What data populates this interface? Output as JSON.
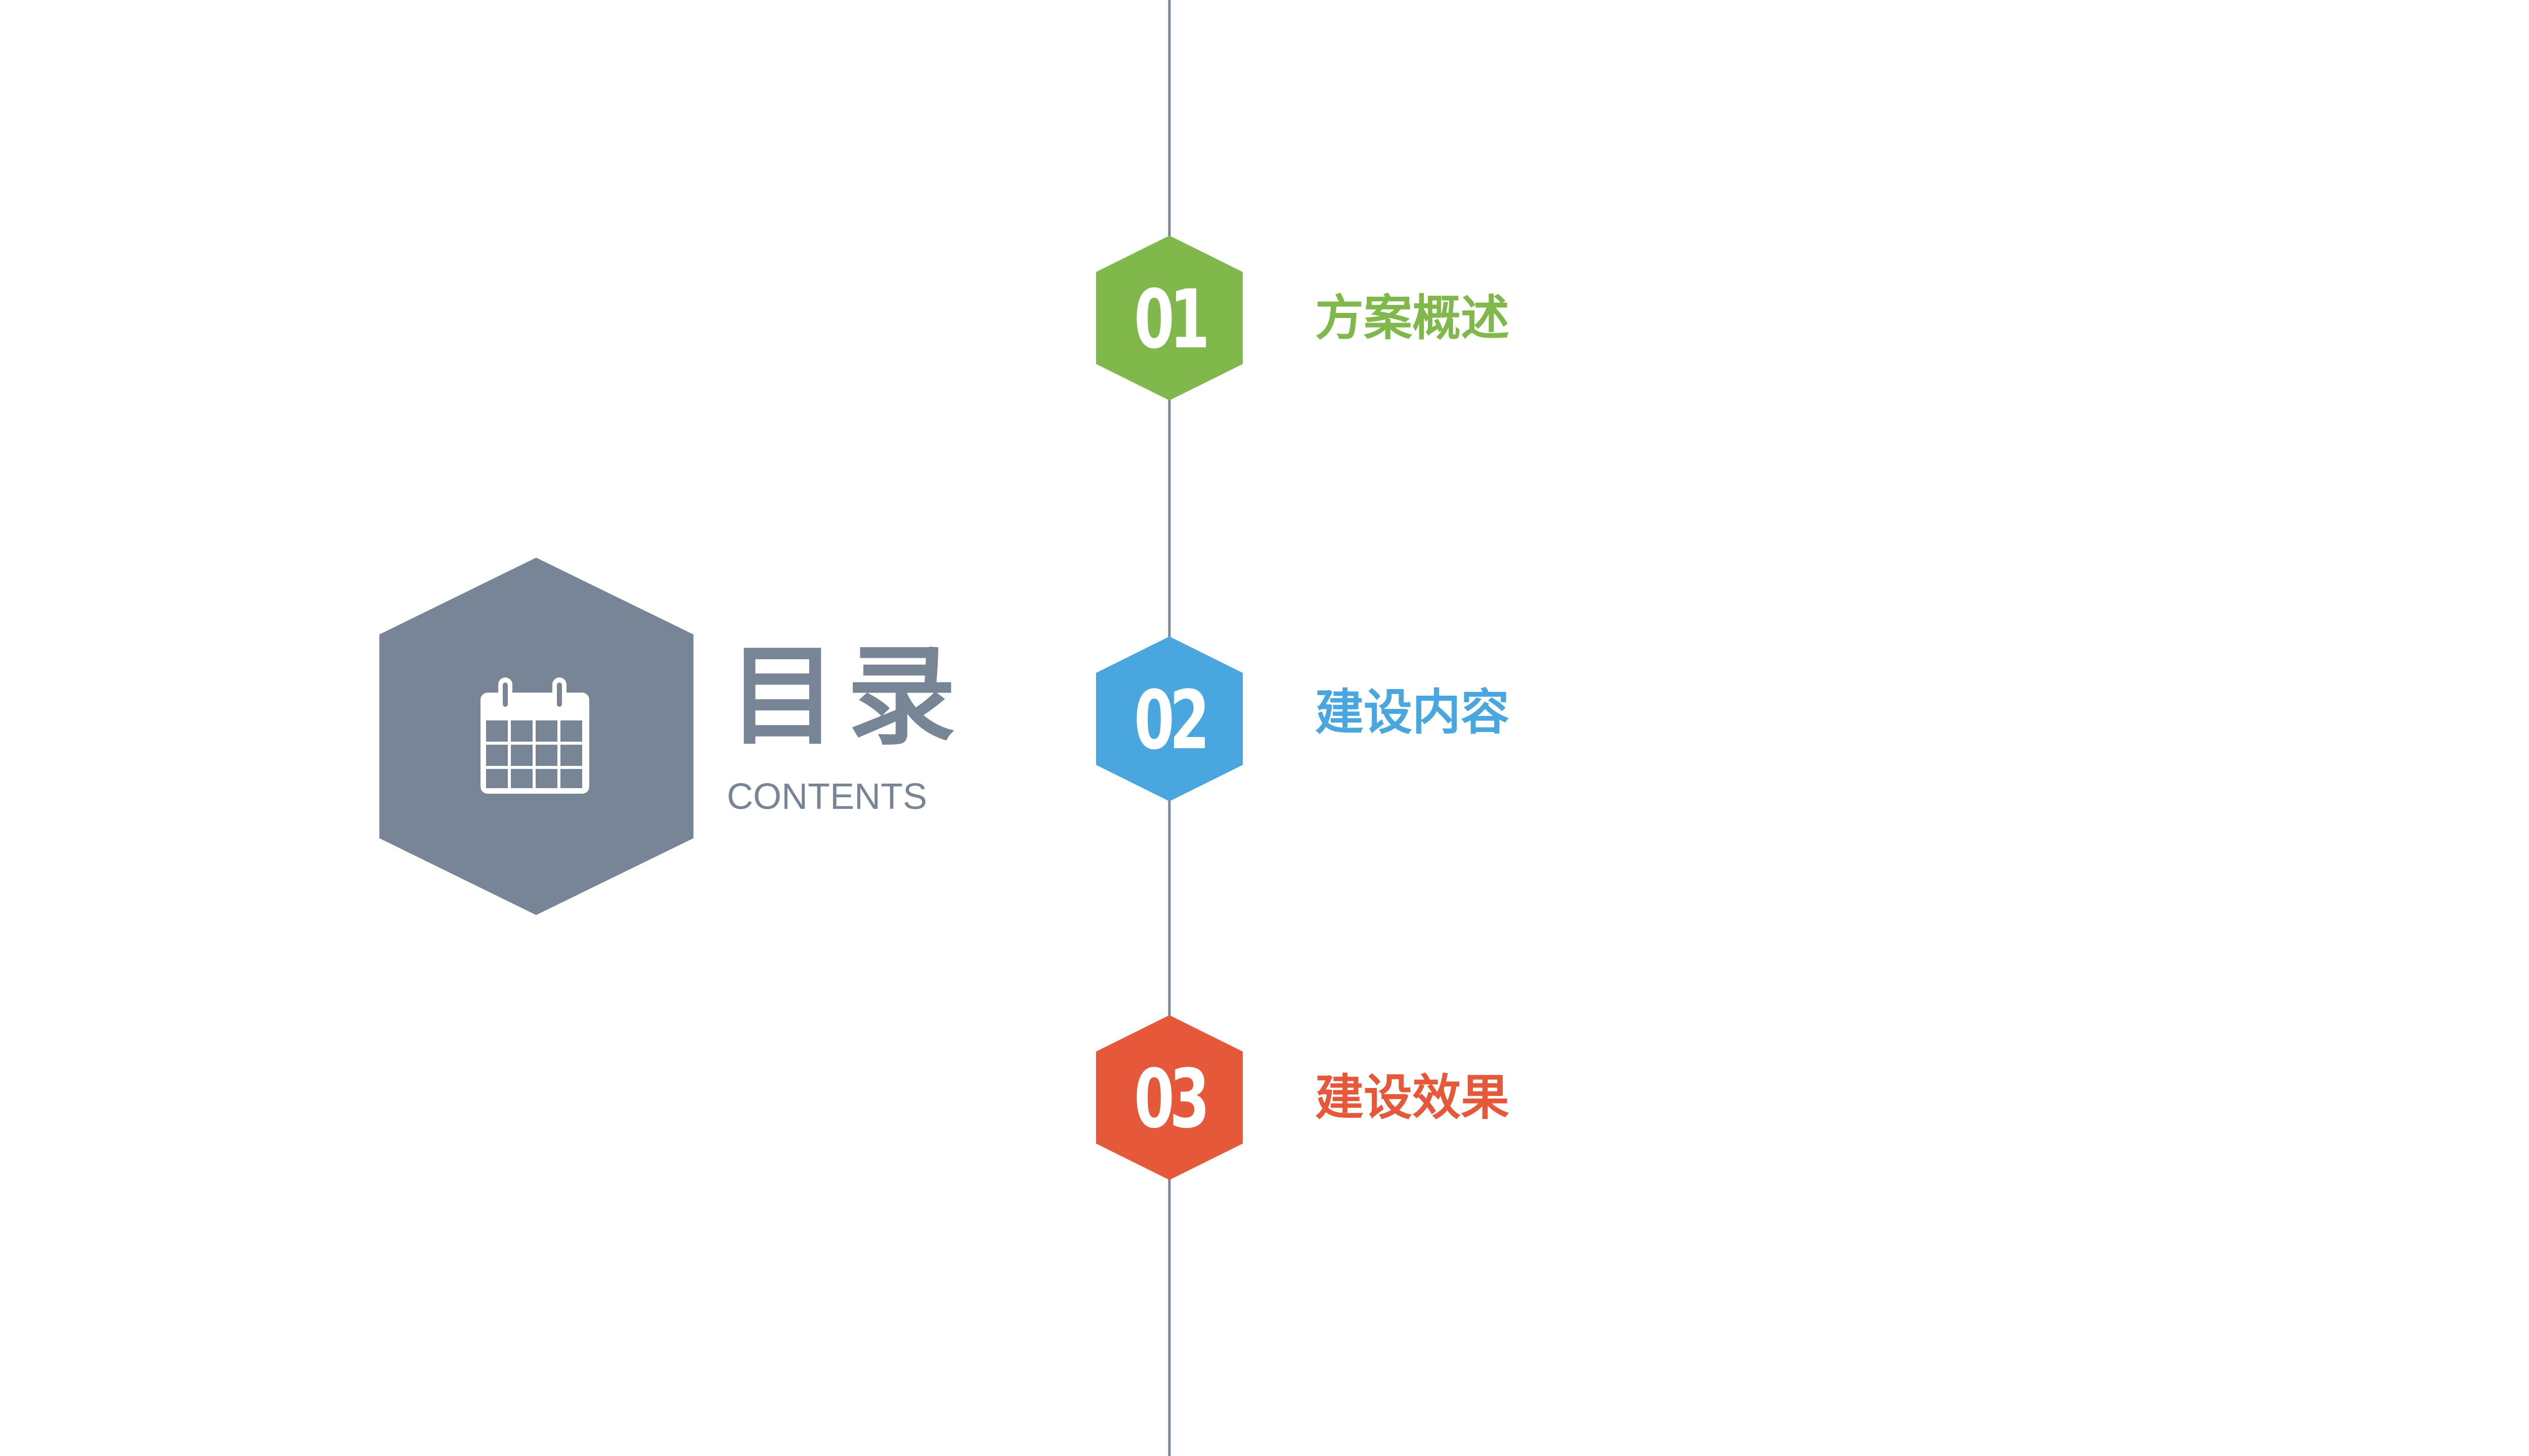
{
  "header": {
    "title": "目录",
    "subtitle": "CONTENTS",
    "icon": "calendar-icon"
  },
  "colors": {
    "gray": "#788596",
    "line": "#7c8797",
    "green": "#80b84c",
    "blue": "#4aa6de",
    "red": "#e5583a"
  },
  "items": [
    {
      "number": "01",
      "label": "方案概述",
      "color": "#80b84c"
    },
    {
      "number": "02",
      "label": "建设内容",
      "color": "#4aa6de"
    },
    {
      "number": "03",
      "label": "建设效果",
      "color": "#e5583a"
    }
  ]
}
